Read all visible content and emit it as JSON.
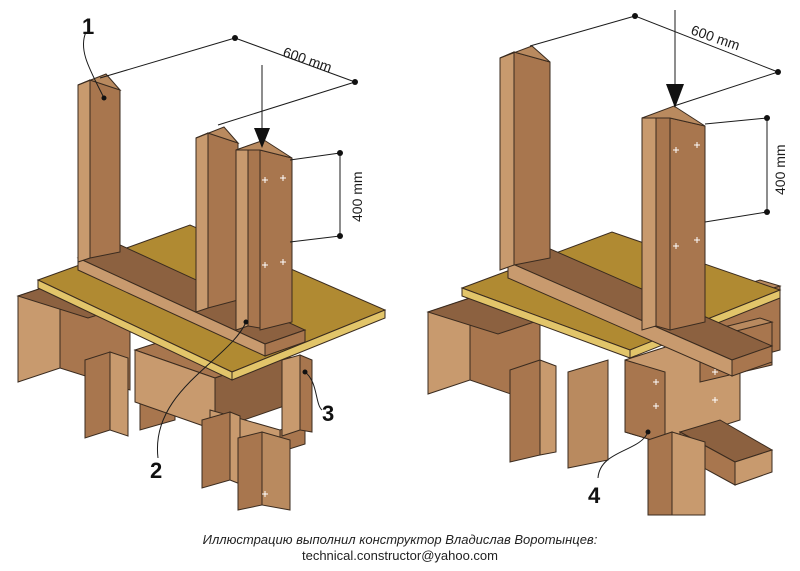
{
  "callouts": {
    "one": "1",
    "two": "2",
    "three": "3",
    "four": "4"
  },
  "dimensions": {
    "left_spacing": "600 mm",
    "left_height": "400 mm",
    "right_spacing": "600 mm",
    "right_height": "400 mm"
  },
  "credit": {
    "line1": "Иллюстрацию выполнил конструктор Владислав Воротынцев:",
    "line2": "technical.constructor@yahoo.com"
  },
  "colors": {
    "wood": "#a8764e",
    "wood_dark": "#8c6140",
    "wood_light": "#c89a6e",
    "floor": "#b08a32",
    "floor_edge": "#e2c56a"
  }
}
